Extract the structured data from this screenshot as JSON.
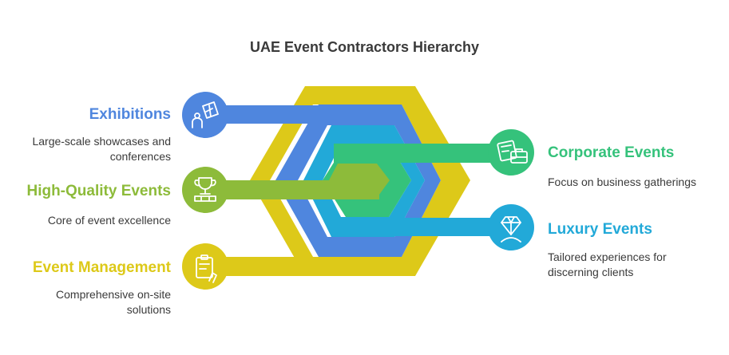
{
  "title": "UAE Event Contractors Hierarchy",
  "colors": {
    "yellow": "#DDC919",
    "blue": "#4F86DE",
    "cyan": "#22A9D8",
    "green": "#35C27B",
    "olive": "#8DBB3A"
  },
  "items": {
    "exhibitions": {
      "label": "Exhibitions",
      "desc_line1": "Large-scale showcases and",
      "desc_line2": "conferences",
      "icon": "exhibition-icon"
    },
    "high_quality": {
      "label": "High-Quality Events",
      "desc": "Core of event excellence",
      "icon": "trophy-icon"
    },
    "event_management": {
      "label": "Event Management",
      "desc_line1": "Comprehensive on-site",
      "desc_line2": "solutions",
      "icon": "clipboard-icon"
    },
    "corporate": {
      "label": "Corporate Events",
      "desc": "Focus on business gatherings",
      "icon": "briefcase-icon"
    },
    "luxury": {
      "label": "Luxury Events",
      "desc_line1": "Tailored experiences for",
      "desc_line2": "discerning clients",
      "icon": "diamond-icon"
    }
  }
}
